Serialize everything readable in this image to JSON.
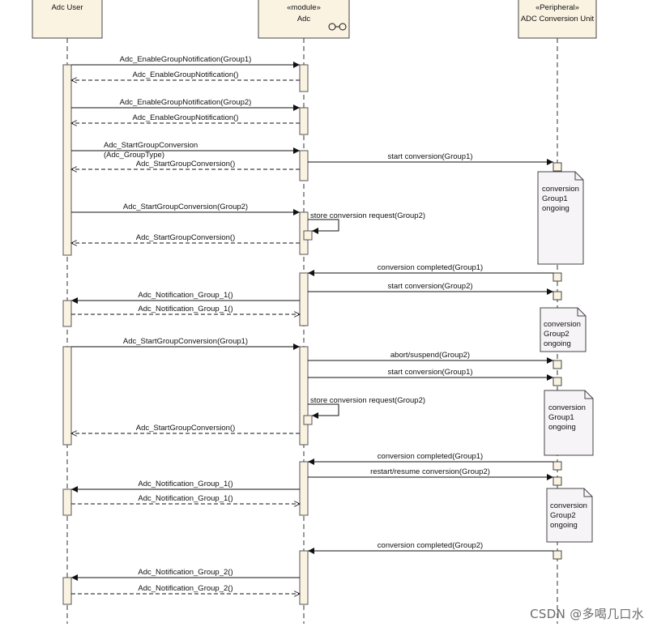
{
  "participants": [
    {
      "id": "user",
      "lines": [
        "Adc User"
      ]
    },
    {
      "id": "adc",
      "lines": [
        "«module»",
        "Adc"
      ],
      "icon": "component-icon"
    },
    {
      "id": "unit",
      "lines": [
        "«Peripheral»",
        "ADC Conversion Unit"
      ]
    }
  ],
  "messages": [
    {
      "from": "user",
      "to": "adc",
      "kind": "call",
      "label": [
        "Adc_EnableGroupNotification(Group1)"
      ]
    },
    {
      "from": "adc",
      "to": "user",
      "kind": "return",
      "label": [
        "Adc_EnableGroupNotification()"
      ]
    },
    {
      "from": "user",
      "to": "adc",
      "kind": "call",
      "label": [
        "Adc_EnableGroupNotification(Group2)"
      ]
    },
    {
      "from": "adc",
      "to": "user",
      "kind": "return",
      "label": [
        "Adc_EnableGroupNotification()"
      ]
    },
    {
      "from": "user",
      "to": "adc",
      "kind": "call",
      "label": [
        "Adc_StartGroupConversion",
        "(Adc_GroupType)"
      ]
    },
    {
      "from": "adc",
      "to": "user",
      "kind": "return",
      "label": [
        "Adc_StartGroupConversion()"
      ]
    },
    {
      "from": "adc",
      "to": "unit",
      "kind": "call",
      "label": [
        "start conversion(Group1)"
      ]
    },
    {
      "from": "user",
      "to": "adc",
      "kind": "call",
      "label": [
        "Adc_StartGroupConversion(Group2)"
      ]
    },
    {
      "from": "adc",
      "to": "adc",
      "kind": "self",
      "label": [
        "store conversion request(Group2)"
      ]
    },
    {
      "from": "adc",
      "to": "user",
      "kind": "return",
      "label": [
        "Adc_StartGroupConversion()"
      ]
    },
    {
      "from": "unit",
      "to": "adc",
      "kind": "call",
      "label": [
        "conversion completed(Group1)"
      ]
    },
    {
      "from": "adc",
      "to": "unit",
      "kind": "call",
      "label": [
        "start conversion(Group2)"
      ]
    },
    {
      "from": "adc",
      "to": "user",
      "kind": "call",
      "label": [
        "Adc_Notification_Group_1()"
      ]
    },
    {
      "from": "user",
      "to": "adc",
      "kind": "return",
      "label": [
        "Adc_Notification_Group_1()"
      ]
    },
    {
      "from": "user",
      "to": "adc",
      "kind": "call",
      "label": [
        "Adc_StartGroupConversion(Group1)"
      ]
    },
    {
      "from": "adc",
      "to": "unit",
      "kind": "call",
      "label": [
        "abort/suspend(Group2)"
      ]
    },
    {
      "from": "adc",
      "to": "unit",
      "kind": "call",
      "label": [
        "start conversion(Group1)"
      ]
    },
    {
      "from": "adc",
      "to": "adc",
      "kind": "self",
      "label": [
        "store  conversion request(Group2)"
      ]
    },
    {
      "from": "adc",
      "to": "user",
      "kind": "return",
      "label": [
        "Adc_StartGroupConversion()"
      ]
    },
    {
      "from": "unit",
      "to": "adc",
      "kind": "call",
      "label": [
        "conversion completed(Group1)"
      ]
    },
    {
      "from": "adc",
      "to": "unit",
      "kind": "call",
      "label": [
        "restart/resume conversion(Group2)"
      ]
    },
    {
      "from": "adc",
      "to": "user",
      "kind": "call",
      "label": [
        "Adc_Notification_Group_1()"
      ]
    },
    {
      "from": "user",
      "to": "adc",
      "kind": "return",
      "label": [
        "Adc_Notification_Group_1()"
      ]
    },
    {
      "from": "unit",
      "to": "adc",
      "kind": "call",
      "label": [
        "conversion completed(Group2)"
      ]
    },
    {
      "from": "adc",
      "to": "user",
      "kind": "call",
      "label": [
        "Adc_Notification_Group_2()"
      ]
    },
    {
      "from": "user",
      "to": "adc",
      "kind": "return",
      "label": [
        "Adc_Notification_Group_2()"
      ]
    }
  ],
  "notes": [
    {
      "lines": [
        "conversion",
        "Group1",
        "ongoing"
      ]
    },
    {
      "lines": [
        "conversion",
        "Group2",
        "ongoing"
      ]
    },
    {
      "lines": [
        "conversion",
        "Group1",
        "ongoing"
      ]
    },
    {
      "lines": [
        "conversion",
        "Group2",
        "ongoing"
      ]
    }
  ],
  "watermark": "CSDN @多喝几口水"
}
